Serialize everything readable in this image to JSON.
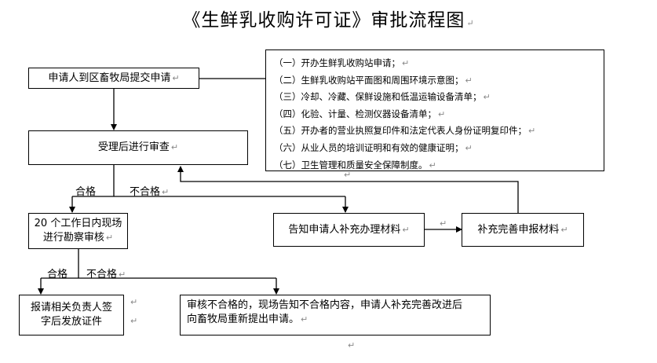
{
  "title": "《生鲜乳收购许可证》审批流程图",
  "para_mark": "↵",
  "boxes": {
    "apply": "申请人到区畜牧局提交申请",
    "review": "受理后进行审查",
    "inspect_line1": "20 个工作日内现场",
    "inspect_line2": "进行勘察审核",
    "notify": "告知申请人补充办理材料",
    "supplement": "补充完善申报材料",
    "issue_line1": "报请相关负责人签",
    "issue_line2": "字后发放证件",
    "reject_line1": "审核不合格的，现场告知不合格内容，申请人补充完善改进后",
    "reject_line2": "向畜牧局重新提出申请。"
  },
  "requirements": [
    "（一）开办生鲜乳收购站申请；",
    "（二）生鲜乳收购站平面图和周围环境示意图；",
    "（三）冷却、冷藏、保鲜设施和低温运输设备清单；",
    "（四）化验、计量、检测仪器设备清单；",
    "（五）开办者的营业执照复印件和法定代表人身份证明复印件；",
    "（六）从业人员的培训证明和有效的健康证明；",
    "（七）卫生管理和质量安全保障制度。"
  ],
  "labels": {
    "pass1": "合格",
    "fail1": "不合格",
    "pass2": "合格",
    "fail2": "不合格"
  }
}
